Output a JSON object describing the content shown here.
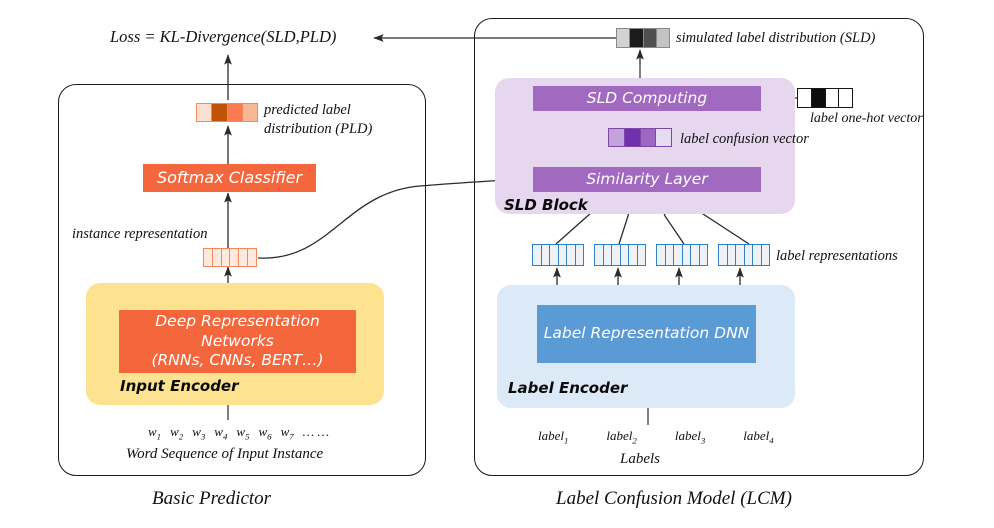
{
  "figure": {
    "loss_label": "Loss = KL-Divergence(SLD,PLD)",
    "left_caption": "Basic Predictor",
    "right_caption": "Label Confusion Model (LCM)"
  },
  "basic_predictor": {
    "pld": {
      "note": "predicted label\ndistribution (PLD)",
      "cells": [
        "#fbe0d2",
        "#bf5306",
        "#fb7a51",
        "#f7b994"
      ]
    },
    "softmax": {
      "label": "Softmax Classifier",
      "color": "#f4663c"
    },
    "instance_representation": {
      "note": "instance representation",
      "cells": [
        "#fde9e0",
        "#fde9e0",
        "#fde9e0",
        "#fde9e0",
        "#fde9e0",
        "#fde9e0"
      ]
    },
    "input_encoder": {
      "caption": "Input Encoder",
      "color": "#fde38f",
      "inner_box": {
        "line1": "Deep Representation Networks",
        "line2": "(RNNs, CNNs, BERT…)",
        "color": "#f4663c"
      }
    },
    "input_tokens": [
      "w1",
      "w2",
      "w3",
      "w4",
      "w5",
      "w6",
      "w7",
      "……"
    ],
    "input_tokens_display": [
      "w",
      "w",
      "w",
      "w",
      "w",
      "w",
      "w"
    ],
    "input_tokens_subs": [
      "1",
      "2",
      "3",
      "4",
      "5",
      "6",
      "7"
    ],
    "input_tokens_tail": "… …",
    "input_caption": "Word Sequence of Input Instance"
  },
  "lcm": {
    "sld": {
      "note": "simulated label distribution (SLD)",
      "cells": [
        "#d2d2d2",
        "#1b1b1b",
        "#4f4f4f",
        "#c3c3c3"
      ]
    },
    "sld_block": {
      "caption": "SLD Block",
      "color": "#e6d7ef",
      "sld_computing": {
        "label": "SLD Computing",
        "color": "#a169c0"
      },
      "similarity_layer": {
        "label": "Similarity Layer",
        "color": "#a169c0"
      },
      "label_confusion_vector": {
        "note": "label confusion vector",
        "cells": [
          "#c3a3da",
          "#7230ad",
          "#9d68c4",
          "#e6dcf2"
        ]
      }
    },
    "one_hot": {
      "note": "label one-hot vector",
      "cells": [
        "#ffffff",
        "#0d0d0d",
        "#ffffff",
        "#ffffff"
      ]
    },
    "label_representations": {
      "note": "label representations",
      "count": 4,
      "cells_per_vector": 6
    },
    "label_encoder": {
      "caption": "Label Encoder",
      "color": "#dce9f7",
      "inner_box": {
        "label": "Label Representation DNN",
        "color": "#5b9bd5"
      }
    },
    "labels": [
      "label1",
      "label2",
      "label3",
      "label4"
    ],
    "labels_display": [
      "label",
      "label",
      "label",
      "label"
    ],
    "labels_subs": [
      "1",
      "2",
      "3",
      "4"
    ],
    "labels_caption": "Labels"
  }
}
